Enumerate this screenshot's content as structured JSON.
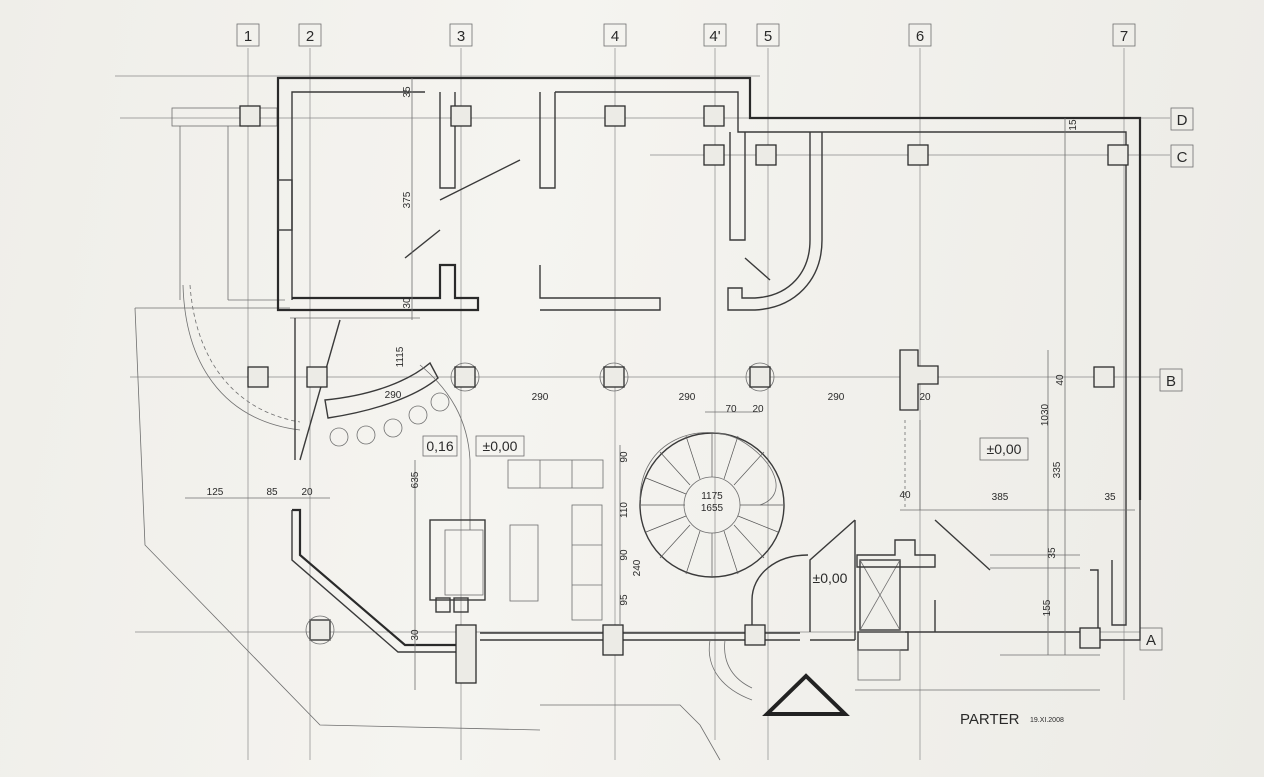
{
  "axes": {
    "vertical": [
      "1",
      "2",
      "3",
      "4",
      "4'",
      "5",
      "6",
      "7"
    ],
    "horizontal": [
      "D",
      "C",
      "B",
      "A"
    ]
  },
  "dimensions": {
    "d35": "35",
    "d375": "375",
    "d30a": "30",
    "d1115": "1115",
    "d290a": "290",
    "d290b": "290",
    "d290c": "290",
    "d290d": "290",
    "d70": "70",
    "d20a": "20",
    "d20b": "20",
    "d125": "125",
    "d85": "85",
    "d20c": "20",
    "d635": "635",
    "d90a": "90",
    "d110": "110",
    "d90b": "90",
    "d240": "240",
    "d95": "95",
    "d30b": "30",
    "d40a": "40",
    "d1030": "1030",
    "d335": "335",
    "d40b": "40",
    "d385": "385",
    "d35b": "35",
    "d35c": "35",
    "d155": "155",
    "d15": "15"
  },
  "levels": {
    "level_016": "0,16",
    "level_hall": "±0,00",
    "level_right": "±0,00",
    "level_entry": "±0,00",
    "stair_1": "1175",
    "stair_2": "1655"
  },
  "title": {
    "name": "PARTER",
    "date": "19.XI.2008"
  }
}
